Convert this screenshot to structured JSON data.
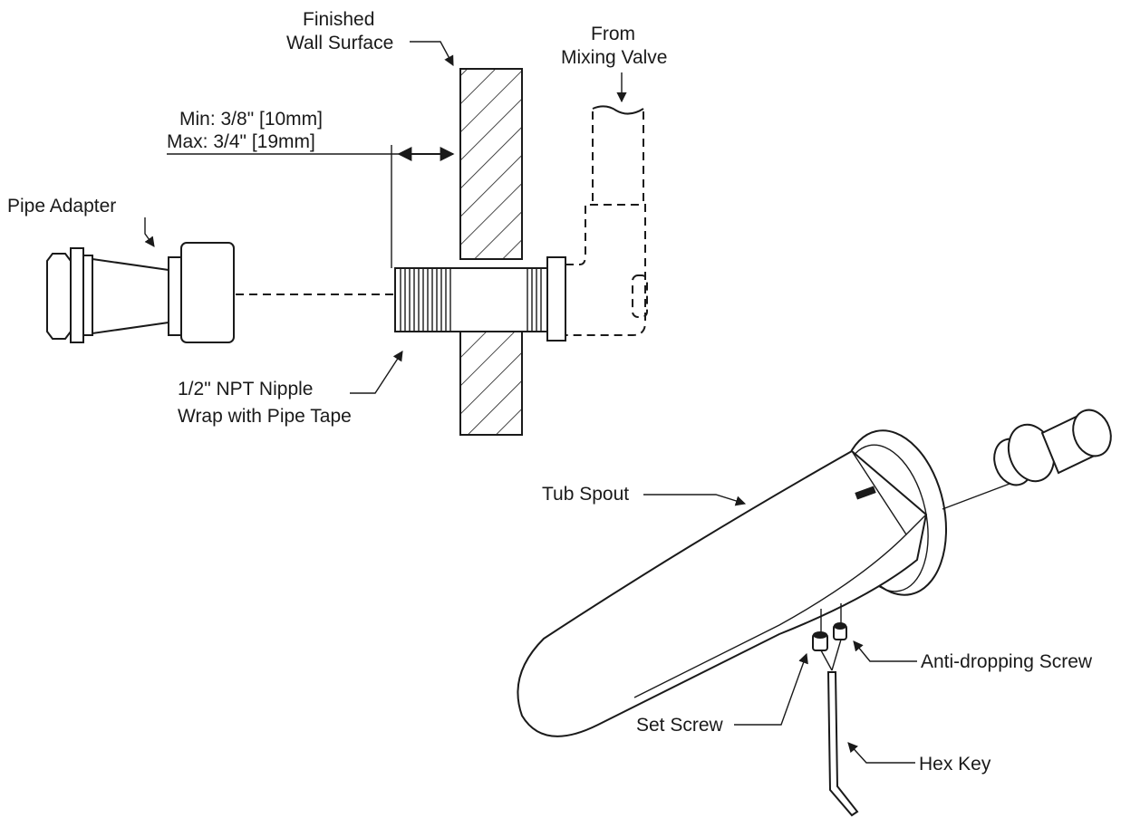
{
  "labels": {
    "finished_wall_line1": "Finished",
    "finished_wall_line2": "Wall Surface",
    "from_mixing_line1": "From",
    "from_mixing_line2": "Mixing Valve",
    "min_dim": "Min: 3/8\" [10mm]",
    "max_dim": "Max: 3/4\" [19mm]",
    "pipe_adapter": "Pipe  Adapter",
    "nipple_line1": "1/2\" NPT Nipple",
    "nipple_line2": "Wrap with Pipe Tape",
    "tub_spout": "Tub Spout",
    "anti_dropping_screw": "Anti-dropping Screw",
    "set_screw": "Set Screw",
    "hex_key": "Hex Key"
  },
  "icons": [
    "pipe-adapter-icon",
    "wall-section-icon",
    "nipple-icon",
    "elbow-fitting-icon",
    "tub-spout-icon",
    "set-screw-icon",
    "anti-dropping-screw-icon",
    "hex-key-icon"
  ],
  "colors": {
    "ink": "#1a1a1a",
    "background": "#ffffff"
  }
}
